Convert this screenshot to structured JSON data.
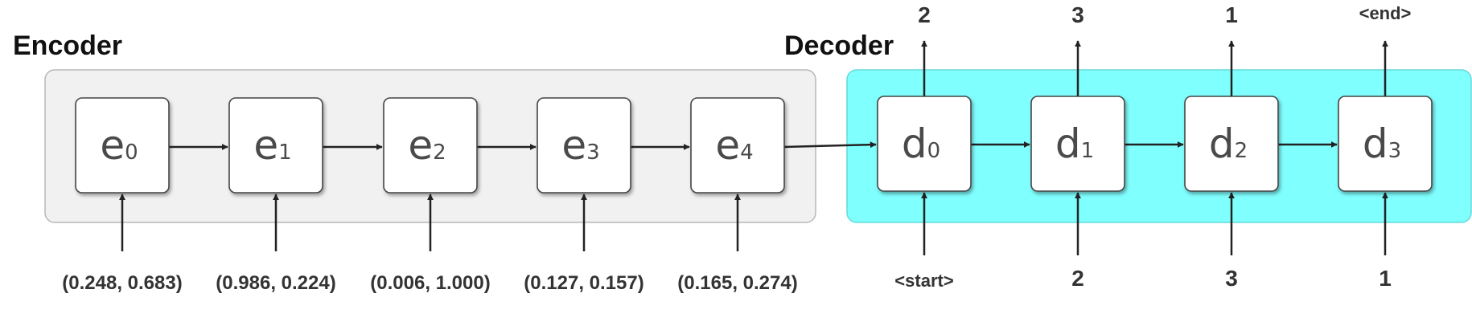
{
  "encoder": {
    "title": "Encoder",
    "cells": [
      {
        "letter": "e",
        "index": "0",
        "input": "(0.248, 0.683)"
      },
      {
        "letter": "e",
        "index": "1",
        "input": "(0.986, 0.224)"
      },
      {
        "letter": "e",
        "index": "2",
        "input": "(0.006, 1.000)"
      },
      {
        "letter": "e",
        "index": "3",
        "input": "(0.127, 0.157)"
      },
      {
        "letter": "e",
        "index": "4",
        "input": "(0.165, 0.274)"
      }
    ]
  },
  "decoder": {
    "title": "Decoder",
    "cells": [
      {
        "letter": "d",
        "index": "0",
        "input": "<start>",
        "output": "2"
      },
      {
        "letter": "d",
        "index": "1",
        "input": "2",
        "output": "3"
      },
      {
        "letter": "d",
        "index": "2",
        "input": "3",
        "output": "1"
      },
      {
        "letter": "d",
        "index": "3",
        "input": "1",
        "output": "<end>"
      }
    ]
  },
  "colors": {
    "encoder_panel": "#f1f1f1",
    "decoder_panel": "#80ffff",
    "cell_fill": "#ffffff",
    "arrow": "#222222"
  }
}
